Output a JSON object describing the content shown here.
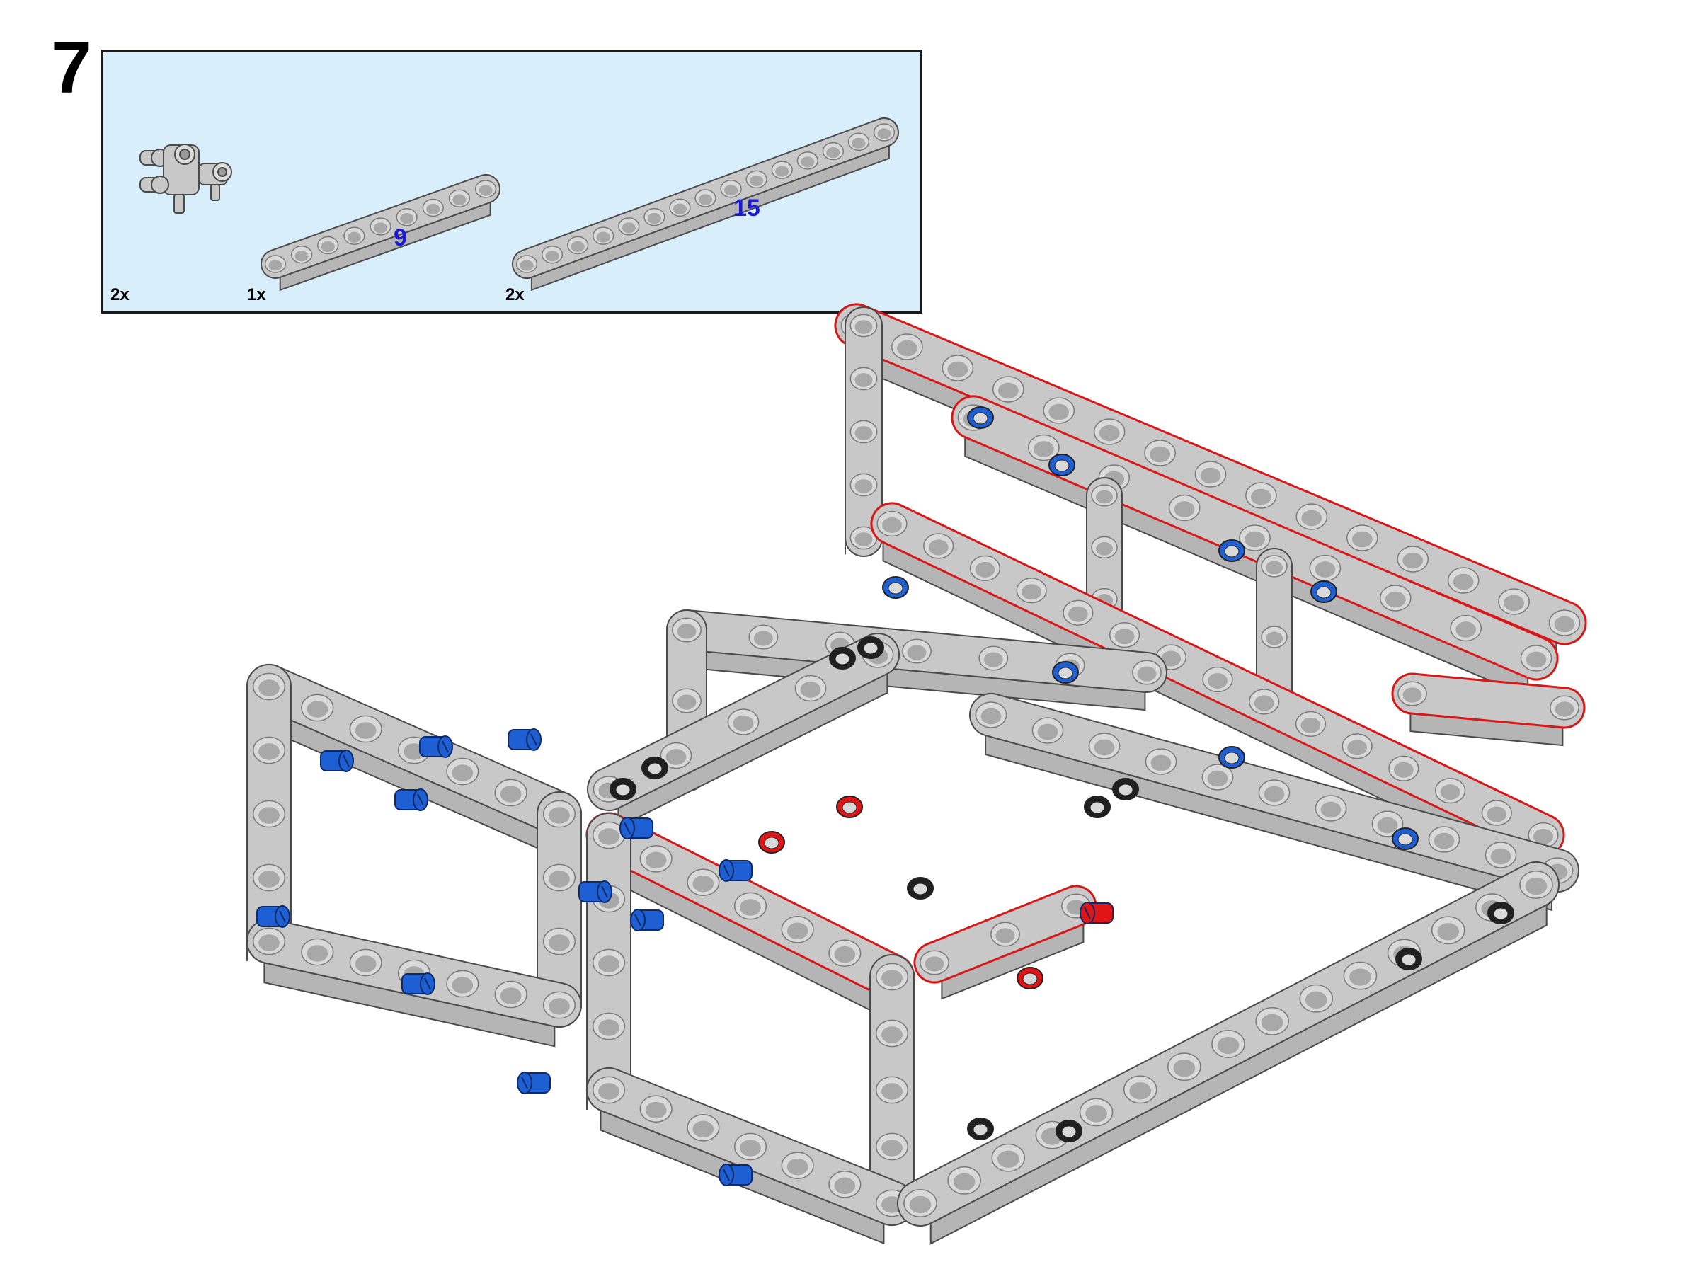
{
  "step": {
    "number": "7"
  },
  "parts_list": {
    "items": [
      {
        "part": "pin-connector-perpendicular",
        "quantity": "2x"
      },
      {
        "part": "liftarm-beam",
        "length_label": "9",
        "quantity": "1x"
      },
      {
        "part": "liftarm-beam",
        "length_label": "15",
        "quantity": "2x"
      }
    ]
  },
  "colors": {
    "part_gray": "#c8c8c8",
    "part_outline": "#4a4a4a",
    "pin_blue": "#1f5fd4",
    "pin_red": "#e01414",
    "new_part_highlight": "#d81818",
    "length_label": "#1a1ad6",
    "parts_box_bg": "#d8eefb"
  }
}
